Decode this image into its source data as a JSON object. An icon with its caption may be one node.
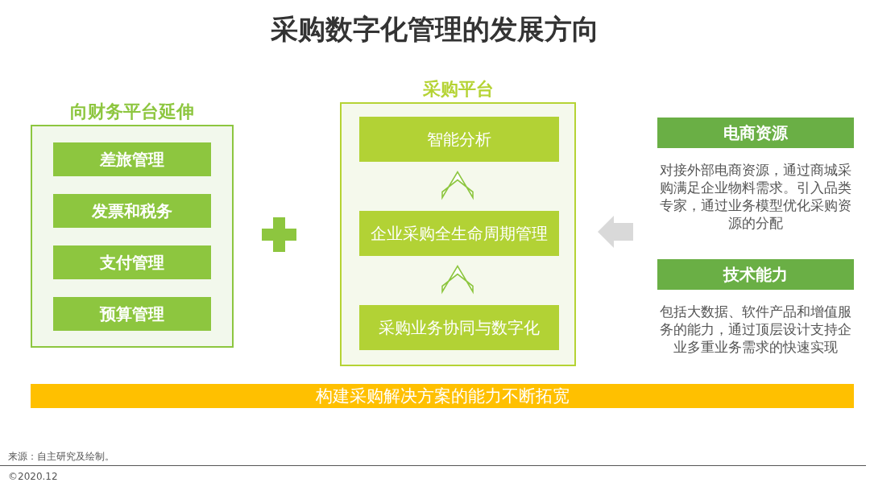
{
  "diagram": {
    "title": "采购数字化管理的发展方向",
    "nodes": [
      {
        "text": [
          "向财务平台延伸"
        ]
      },
      {
        "text": [
          "差旅管理"
        ],
        "in": 0
      },
      {
        "text": [
          "发票和税务"
        ],
        "in": 0
      },
      {
        "text": [
          "支付管理"
        ],
        "in": 0
      },
      {
        "text": [
          "预算管理"
        ],
        "in": 0
      },
      {
        "text": [
          "采购平台"
        ]
      },
      {
        "text": [
          "智能分析"
        ],
        "in": 5
      },
      {
        "text": [
          "企业采购全生命周期管理"
        ],
        "in": 5
      },
      {
        "text": [
          "采购业务协同与数字化"
        ],
        "in": 5
      },
      {
        "text": [
          "电商资源"
        ],
        "beside": [
          "对接外部电商资源，通过商城采购满足企业物料需求。引入品类专家，通过业务模型优化采购资源的分配"
        ]
      },
      {
        "text": [
          "技术能力"
        ],
        "beside": [
          "包括大数据、软件产品和增值服务的能力，通过顶层设计支持企业多重业务需求的快速实现"
        ]
      },
      {
        "text": [
          "构建采购解决方案的能力不断拓宽"
        ]
      }
    ],
    "edges": [
      {
        "from": 8,
        "to": 7,
        "arrow": "to"
      },
      {
        "from": 7,
        "to": 6,
        "arrow": "to"
      },
      {
        "from": null,
        "to": 5,
        "arrow": "to",
        "color": "#d9d9d9"
      }
    ],
    "labels": [
      "来源：自主研究及绘制。",
      "©2020.12"
    ]
  }
}
